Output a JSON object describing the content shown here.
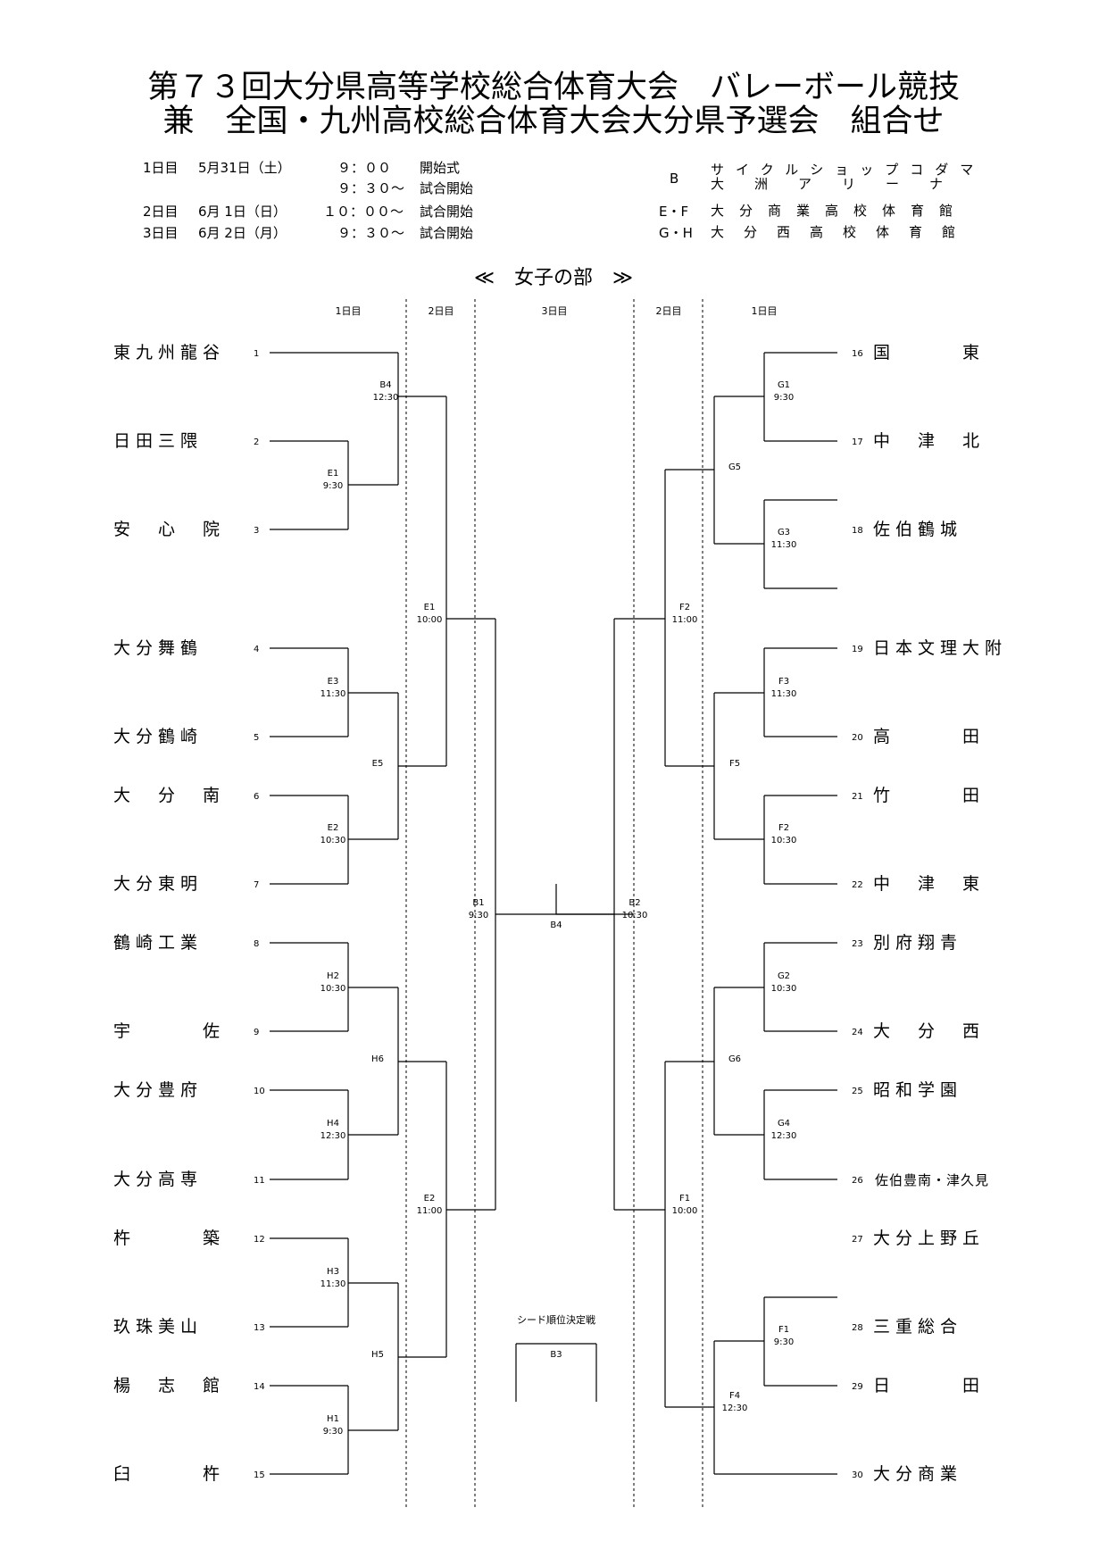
{
  "title_line1": "第７３回大分県高等学校総合体育大会　バレーボール競技",
  "title_line2": "兼　全国・九州高校総合体育大会大分県予選会　組合せ",
  "schedule": [
    {
      "day": "1日目",
      "date": "5月31日（土）",
      "time": "９：００",
      "event": "開始式"
    },
    {
      "day": "",
      "date": "",
      "time": "９：３０～",
      "event": "試合開始"
    },
    {
      "day": "2日目",
      "date": "6月 1日（日）",
      "time": "１０：００～",
      "event": "試合開始"
    },
    {
      "day": "3日目",
      "date": "6月 2日（月）",
      "time": "９：３０～",
      "event": "試合開始"
    }
  ],
  "venues": [
    {
      "code": "B",
      "name_line1": "サイクルショップコダマ",
      "name_line2": "大洲アリーナ"
    },
    {
      "code": "E・F",
      "name_line1": "大分商業高校体育館",
      "name_line2": ""
    },
    {
      "code": "G・H",
      "name_line1": "大分西高校体育館",
      "name_line2": ""
    }
  ],
  "section_title": "≪　女子の部　≫",
  "column_headers": [
    "1日目",
    "2日目",
    "3日目",
    "2日目",
    "1日目"
  ],
  "left_teams": [
    {
      "num": "1",
      "name": "東九州龍谷"
    },
    {
      "num": "2",
      "name": "日田三隈"
    },
    {
      "num": "3",
      "name": "安　心　院"
    },
    {
      "num": "4",
      "name": "大分舞鶴"
    },
    {
      "num": "5",
      "name": "大分鶴崎"
    },
    {
      "num": "6",
      "name": "大　分　南"
    },
    {
      "num": "7",
      "name": "大分東明"
    },
    {
      "num": "8",
      "name": "鶴崎工業"
    },
    {
      "num": "9",
      "name": "宇　　　佐"
    },
    {
      "num": "10",
      "name": "大分豊府"
    },
    {
      "num": "11",
      "name": "大分高専"
    },
    {
      "num": "12",
      "name": "杵　　　築"
    },
    {
      "num": "13",
      "name": "玖珠美山"
    },
    {
      "num": "14",
      "name": "楊　志　館"
    },
    {
      "num": "15",
      "name": "臼　　　杵"
    }
  ],
  "right_teams": [
    {
      "num": "16",
      "name": "国　　　東"
    },
    {
      "num": "17",
      "name": "中　津　北"
    },
    {
      "num": "18",
      "name": "佐伯鶴城"
    },
    {
      "num": "19",
      "name": "日本文理大附"
    },
    {
      "num": "20",
      "name": "高　　　田"
    },
    {
      "num": "21",
      "name": "竹　　　田"
    },
    {
      "num": "22",
      "name": "中　津　東"
    },
    {
      "num": "23",
      "name": "別府翔青"
    },
    {
      "num": "24",
      "name": "大　分　西"
    },
    {
      "num": "25",
      "name": "昭和学園"
    },
    {
      "num": "26",
      "name": "佐伯豊南・津久見"
    },
    {
      "num": "27",
      "name": "大分上野丘"
    },
    {
      "num": "28",
      "name": "三重総合"
    },
    {
      "num": "29",
      "name": "日　　　田"
    },
    {
      "num": "30",
      "name": "大分商業"
    }
  ],
  "match_labels": [
    {
      "code": "B4",
      "time": "12:30"
    },
    {
      "code": "E1",
      "time": "9:30"
    },
    {
      "code": "E3",
      "time": "11:30"
    },
    {
      "code": "E5",
      "time": ""
    },
    {
      "code": "E2",
      "time": "10:30"
    },
    {
      "code": "H2",
      "time": "10:30"
    },
    {
      "code": "H6",
      "time": ""
    },
    {
      "code": "H4",
      "time": "12:30"
    },
    {
      "code": "H3",
      "time": "11:30"
    },
    {
      "code": "H5",
      "time": ""
    },
    {
      "code": "H1",
      "time": "9:30"
    },
    {
      "code": "E1",
      "time": "10:00"
    },
    {
      "code": "E2",
      "time": "11:00"
    },
    {
      "code": "B1",
      "time": "9:30"
    },
    {
      "code": "B4",
      "time": ""
    },
    {
      "code": "B2",
      "time": "10:30"
    },
    {
      "code": "G1",
      "time": "9:30"
    },
    {
      "code": "G5",
      "time": ""
    },
    {
      "code": "G3",
      "time": "11:30"
    },
    {
      "code": "F2",
      "time": "11:00"
    },
    {
      "code": "F3",
      "time": "11:30"
    },
    {
      "code": "F5",
      "time": ""
    },
    {
      "code": "F2",
      "time": "10:30"
    },
    {
      "code": "G2",
      "time": "10:30"
    },
    {
      "code": "G6",
      "time": ""
    },
    {
      "code": "G4",
      "time": "12:30"
    },
    {
      "code": "F1",
      "time": "10:00"
    },
    {
      "code": "F1",
      "time": "9:30"
    },
    {
      "code": "F4",
      "time": "12:30"
    }
  ],
  "seed_match_title": "シード順位決定戦",
  "seed_match_code": "B3"
}
